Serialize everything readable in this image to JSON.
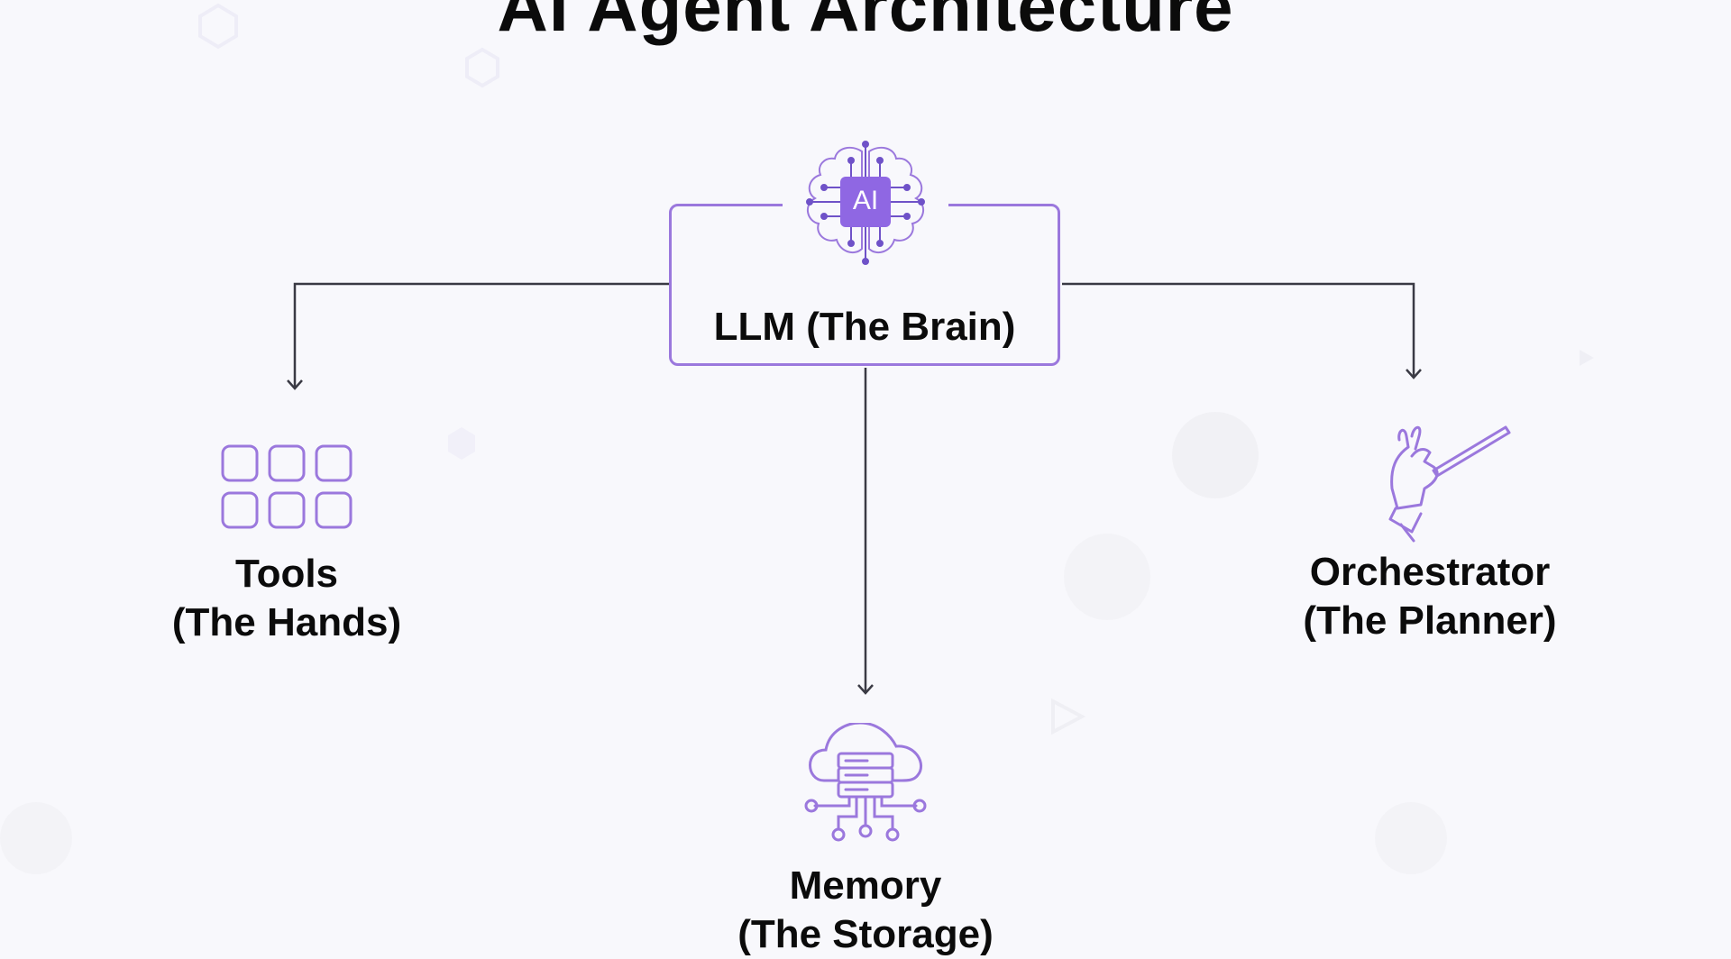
{
  "title": "AI Agent Architecture",
  "center": {
    "label": "LLM (The Brain)",
    "icon": "brain-ai-icon",
    "chip_text": "AI"
  },
  "nodes": [
    {
      "line1": "Tools",
      "line2": "(The Hands)",
      "icon": "app-grid-icon"
    },
    {
      "line1": "Memory",
      "line2": "(The Storage)",
      "icon": "cloud-server-icon"
    },
    {
      "line1": "Orchestrator",
      "line2": "(The Planner)",
      "icon": "conductor-hand-icon"
    }
  ],
  "colors": {
    "accent": "#9b78dd",
    "chip": "#8f67e3",
    "line": "#3a3a44",
    "background": "#f8f8fc"
  }
}
